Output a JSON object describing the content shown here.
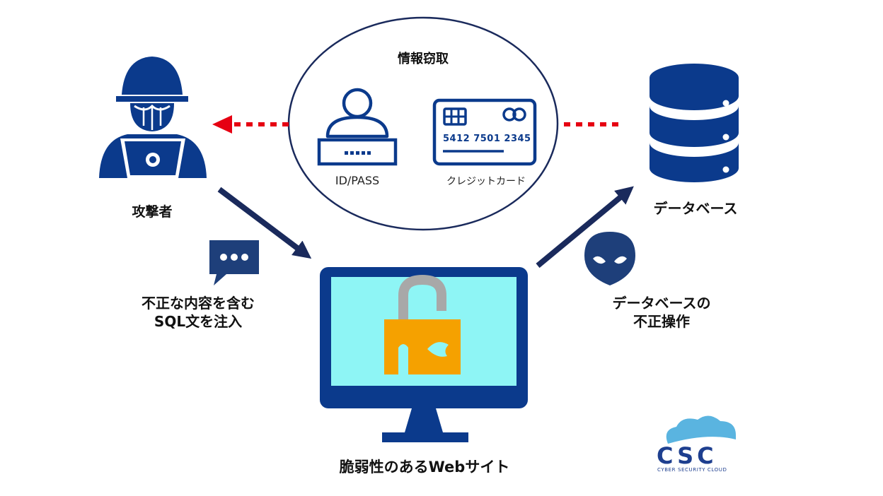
{
  "title": "情報窃取",
  "id_label": "ID/PASS",
  "card_label": "クレジットカード",
  "card_number": "5412 7501 2345",
  "attacker_label": "攻撃者",
  "database_label": "データベース",
  "sql_label": [
    "不正な内容を含む",
    "SQL文を注入"
  ],
  "db_op_label": [
    "データベースの",
    "不正操作"
  ],
  "website_label": "脆弱性のあるWebサイト",
  "logo": {
    "name": "CSC",
    "tagline": "CYBER SECURITY CLOUD"
  },
  "colors": {
    "navy": "#0b3a8c",
    "arrow_navy": "#1a2a5c",
    "red_dotted": "#e60012",
    "screen": "#8ef5f5",
    "lock_body": "#f5a100",
    "shackle": "#a8a8a8",
    "logo_cloud": "#5ab4e0",
    "logo_text": "#1e3f8f"
  }
}
